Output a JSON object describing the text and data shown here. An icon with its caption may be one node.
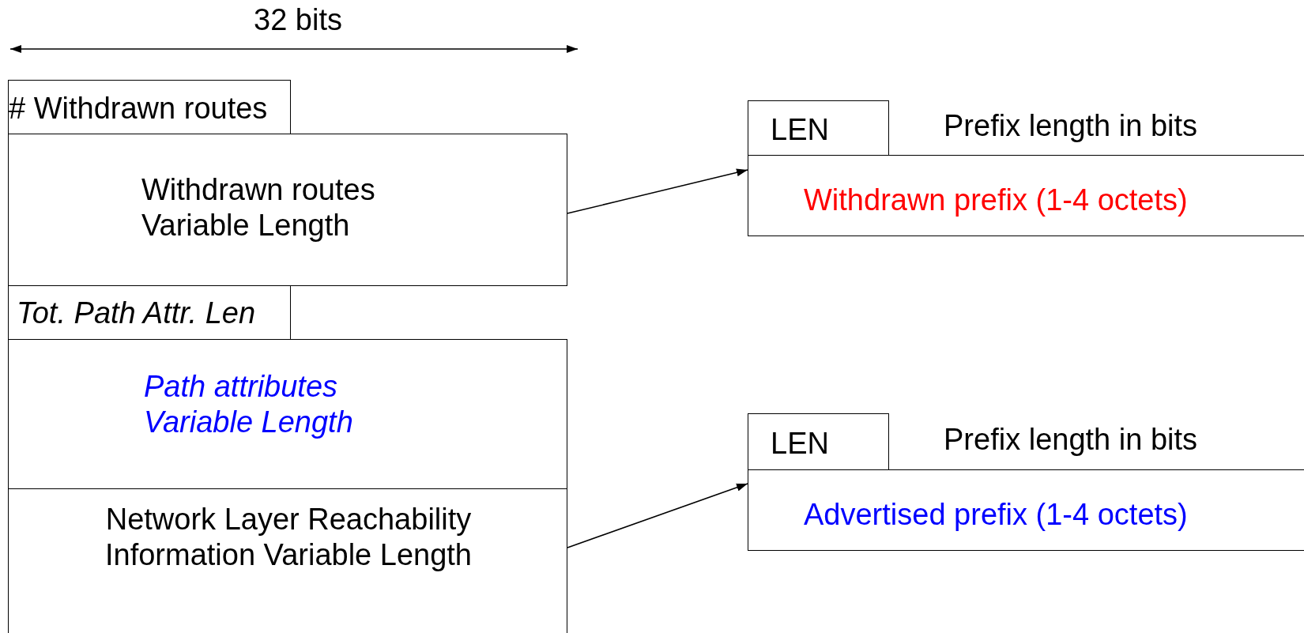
{
  "diagram": {
    "nodes": [
      {
        "text": [
          "# Withdrawn routes"
        ]
      },
      {
        "text": [
          "Withdrawn routes Variable Length"
        ]
      },
      {
        "text": [
          "Tot. Path Attr. Len"
        ]
      },
      {
        "text": [
          "Path attributes Variable Length"
        ]
      },
      {
        "text": [
          "Network Layer Reachability Information Variable Length"
        ]
      },
      {
        "text": [
          "LEN"
        ]
      },
      {
        "text": [
          "Withdrawn prefix (1-4 octets)"
        ]
      },
      {
        "text": [
          "LEN"
        ]
      },
      {
        "text": [
          "Advertised prefix (1-4 octets)"
        ]
      }
    ],
    "edges": [
      {
        "from": 1,
        "to": 6,
        "arrow": "to"
      },
      {
        "from": 4,
        "to": 8,
        "arrow": "to"
      }
    ],
    "labels": [
      "32 bits",
      "Prefix length in bits",
      "Prefix length in bits"
    ]
  }
}
